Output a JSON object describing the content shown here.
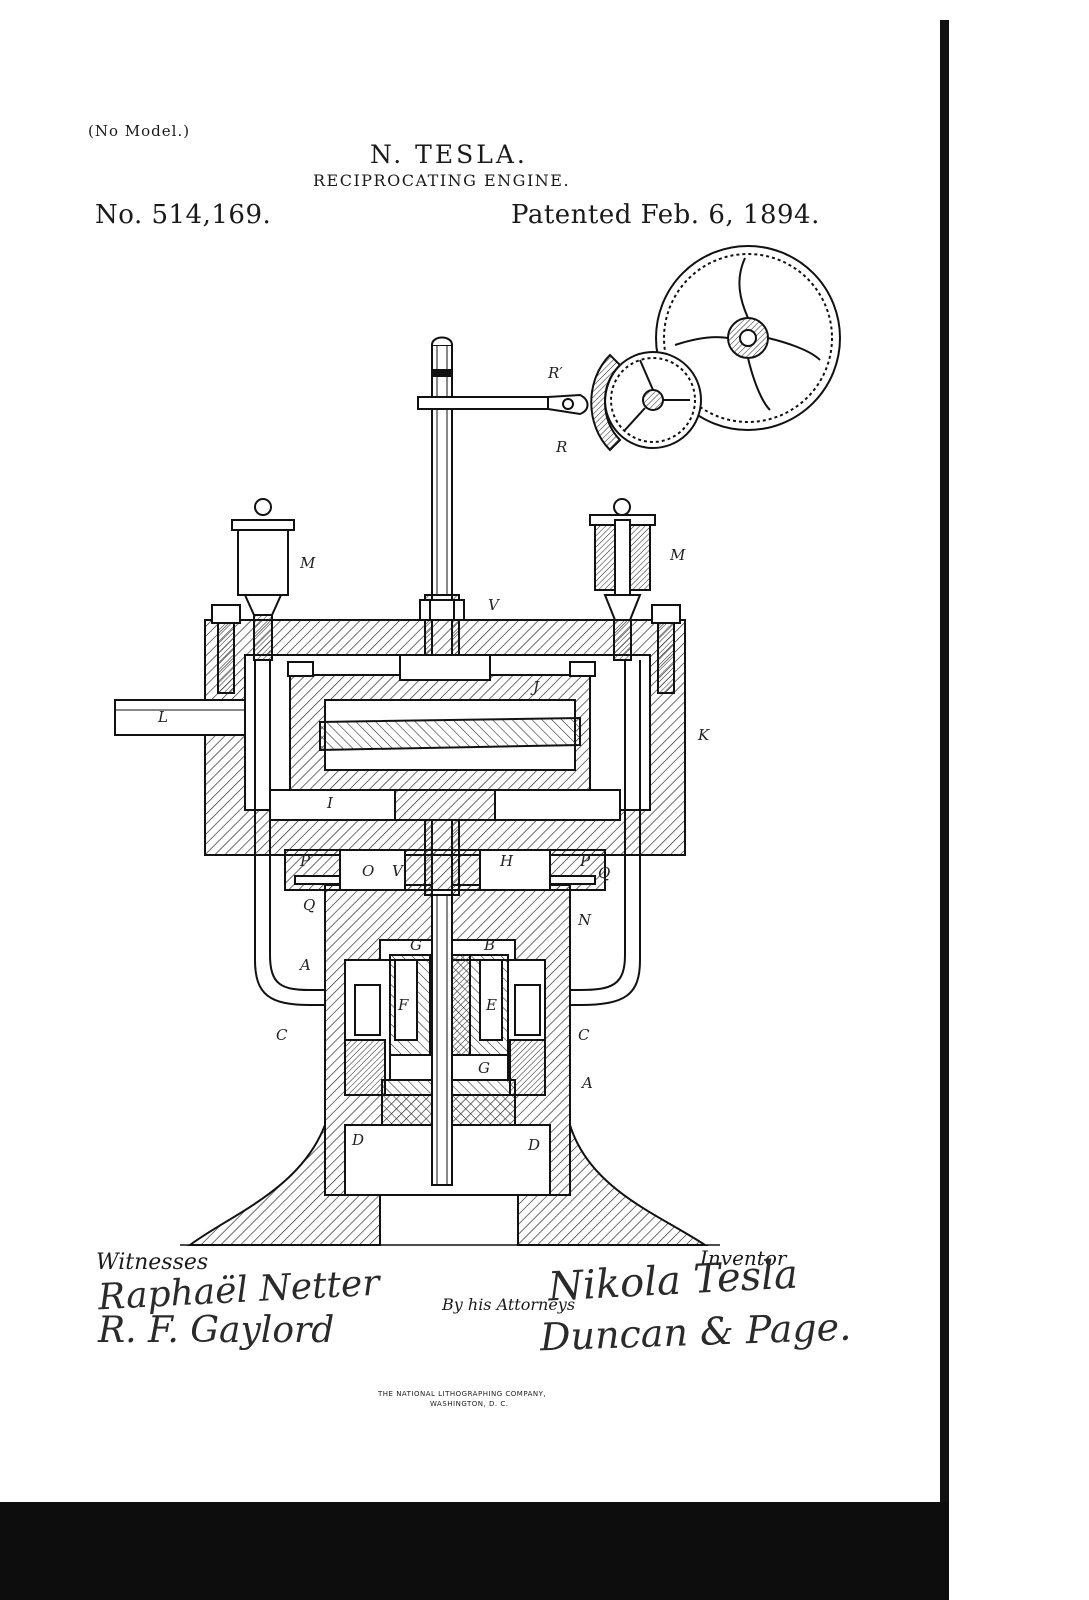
{
  "header": {
    "model_note": "(No Model.)",
    "inventor": "N. TESLA.",
    "title": "RECIPROCATING ENGINE.",
    "patent_number": "No. 514,169.",
    "patent_date": "Patented Feb. 6, 1894."
  },
  "labels": {
    "R_prime": "R′",
    "R": "R",
    "M_left": "M",
    "M_right": "M",
    "V_top": "V",
    "L": "L",
    "J": "J",
    "K": "K",
    "I": "I",
    "P_left": "P",
    "O": "O",
    "V_mid": "V",
    "H": "H",
    "P_right": "P",
    "Q_left": "Q",
    "Q_right": "Q",
    "N": "N",
    "G_top": "G",
    "B": "B",
    "A_left": "A",
    "F": "F",
    "E": "E",
    "C_left": "C",
    "C_right": "C",
    "G_bottom": "G",
    "A_right": "A",
    "D_left": "D",
    "D_right": "D"
  },
  "signatures": {
    "witnesses_label": "Witnesses",
    "witness_1": "Raphaël Netter",
    "witness_2": "R. F. Gaylord",
    "inventor_label": "Inventor",
    "inventor_signature": "Nikola Tesla",
    "attorneys_label": "By his Attorneys",
    "attorneys_signature": "Duncan & Page."
  },
  "footer": {
    "printer_line_1": "THE NATIONAL LITHOGRAPHING COMPANY,",
    "printer_line_2": "WASHINGTON, D. C."
  }
}
